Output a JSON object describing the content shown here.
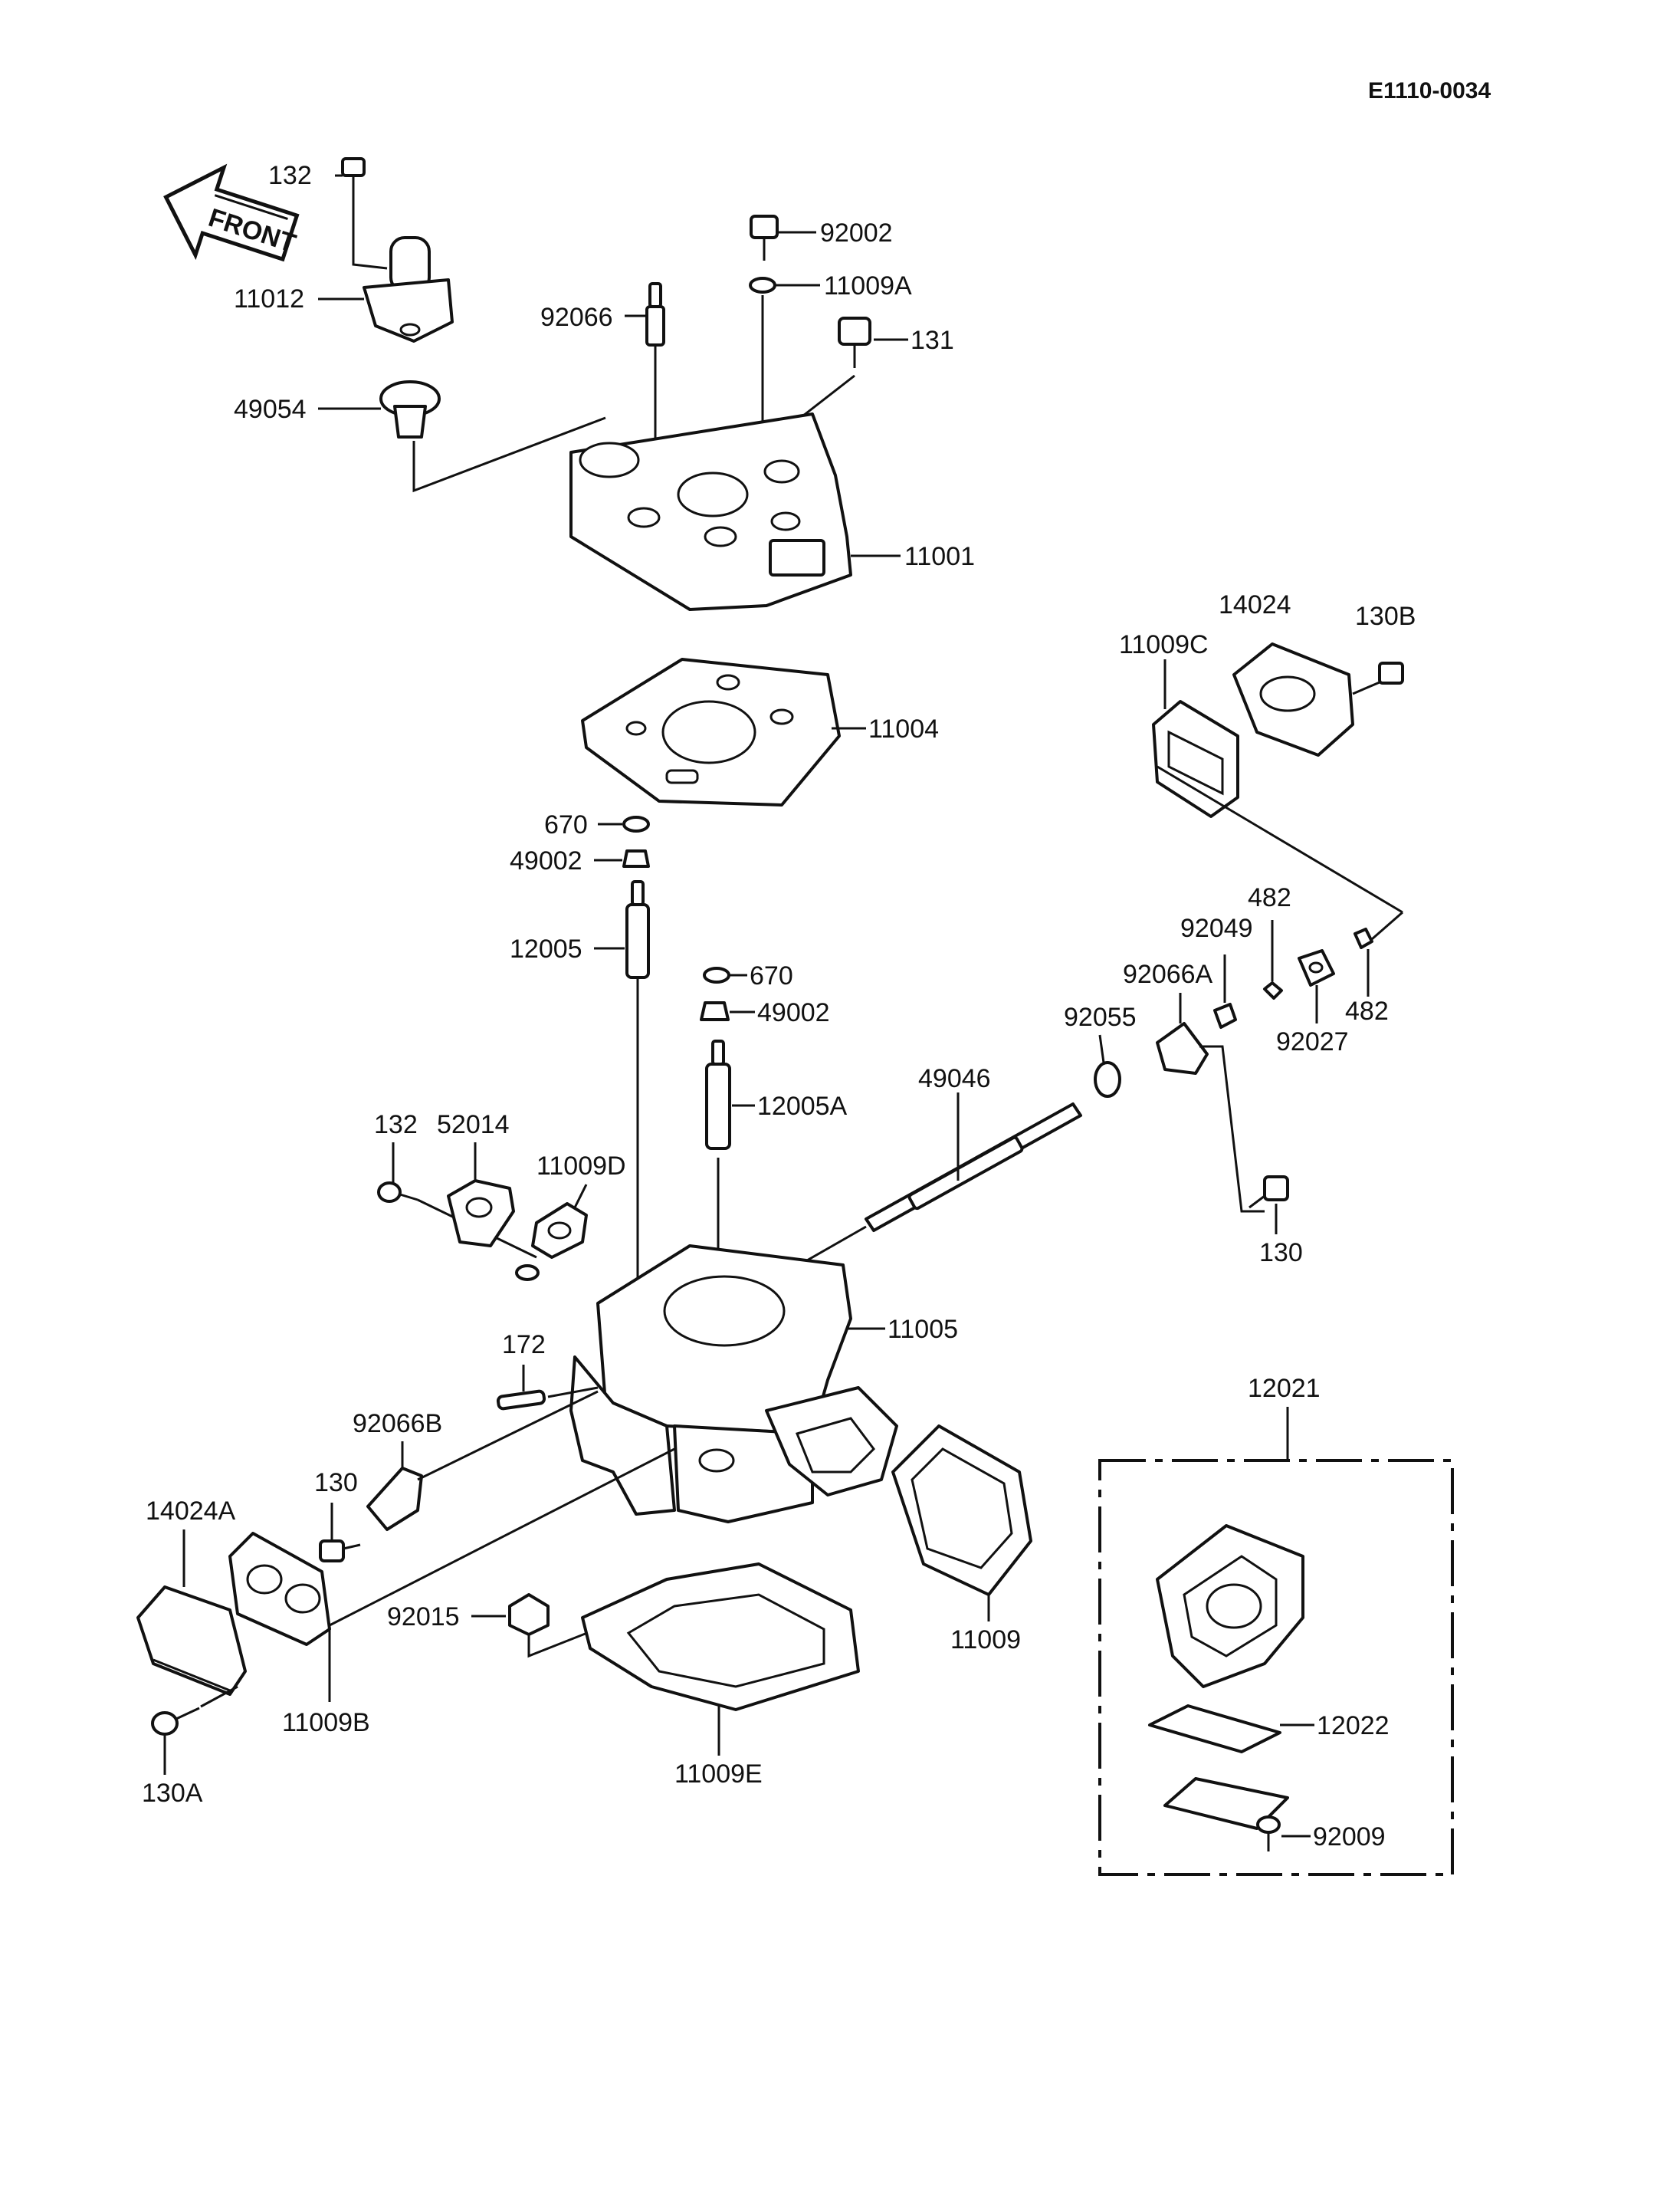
{
  "diagram": {
    "ref_code": "E1110-0034",
    "front_label": "FRONT",
    "parts": {
      "p132_top": "132",
      "p11012": "11012",
      "p49054": "49054",
      "p92066": "92066",
      "p92002": "92002",
      "p11009A": "11009A",
      "p131": "131",
      "p11001": "11001",
      "p11004": "11004",
      "p14024": "14024",
      "p130B": "130B",
      "p11009C": "11009C",
      "p670_a": "670",
      "p49002_a": "49002",
      "p12005": "12005",
      "p670_b": "670",
      "p49002_b": "49002",
      "p12005A": "12005A",
      "p482_a": "482",
      "p92049": "92049",
      "p92066A": "92066A",
      "p92055": "92055",
      "p92027": "92027",
      "p482_b": "482",
      "p49046": "49046",
      "p132_mid": "132",
      "p52014": "52014",
      "p11009D": "11009D",
      "p130_right": "130",
      "p11005": "11005",
      "p172": "172",
      "p12021": "12021",
      "p92066B": "92066B",
      "p130_left": "130",
      "p14024A": "14024A",
      "p92015": "92015",
      "p11009": "11009",
      "p11009B": "11009B",
      "p12022": "12022",
      "p130A": "130A",
      "p11009E": "11009E",
      "p92009": "92009"
    }
  }
}
